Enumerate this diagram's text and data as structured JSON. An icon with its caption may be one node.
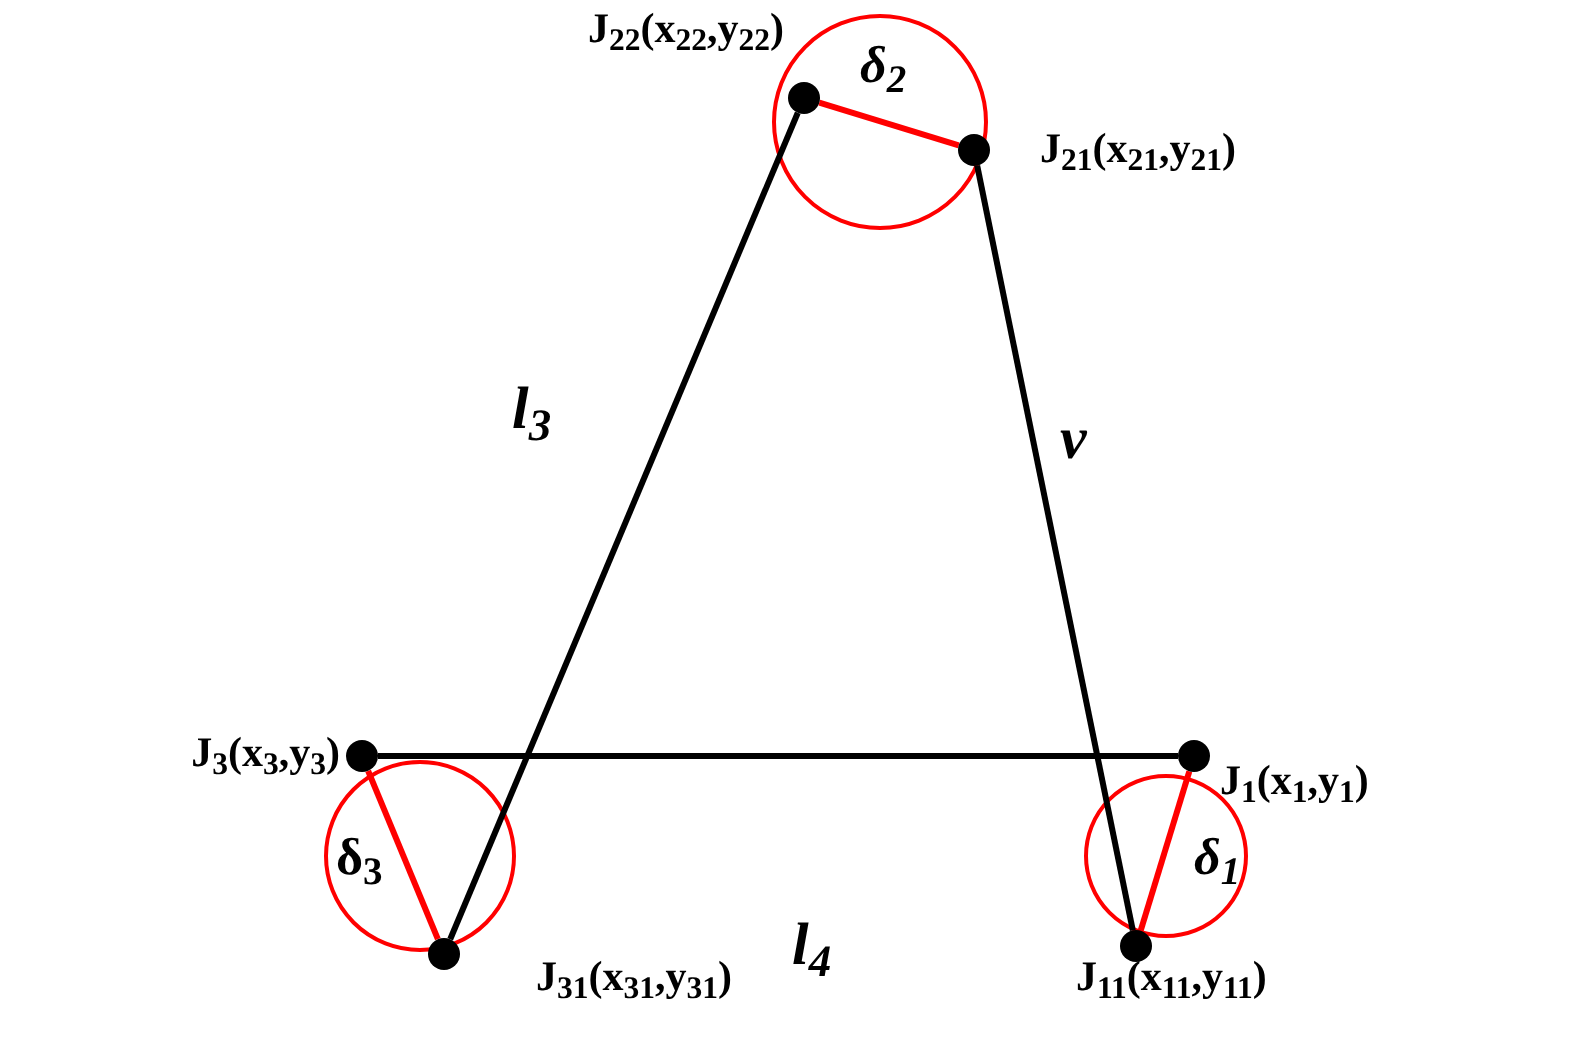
{
  "diagram": {
    "nodes": [
      {
        "text": [],
        "shape": "circle",
        "beside": [
          "J$_{22}$(x$_{22}$,y$_{22}$)"
        ]
      },
      {
        "text": [],
        "shape": "circle",
        "beside": [
          "J$_{21}$(x$_{21}$,y$_{21}$)"
        ]
      },
      {
        "text": [],
        "shape": "circle",
        "beside": [
          "J$_{3}$(x$_{3}$,y$_{3}$)"
        ]
      },
      {
        "text": [],
        "shape": "circle",
        "beside": [
          "J$_{31}$(x$_{31}$,y$_{31}$)"
        ]
      },
      {
        "text": [],
        "shape": "circle",
        "beside": [
          "J$_{1}$(x$_{1}$,y$_{1}$)"
        ]
      },
      {
        "text": [],
        "shape": "circle",
        "beside": [
          "J$_{11}$(x$_{11}$,y$_{11}$)"
        ]
      }
    ],
    "edges": [
      {
        "from": 0,
        "to": 1,
        "arrow": "none",
        "color": "#ff0000"
      },
      {
        "from": 2,
        "to": 3,
        "arrow": "none",
        "color": "#ff0000"
      },
      {
        "from": 4,
        "to": 5,
        "arrow": "none",
        "color": "#ff0000"
      },
      {
        "from": 0,
        "to": 3,
        "arrow": "none",
        "label": "l$_{3}$",
        "color": "#000000"
      },
      {
        "from": 1,
        "to": 5,
        "arrow": "none",
        "label": "v",
        "color": "#000000"
      },
      {
        "from": 2,
        "to": 4,
        "arrow": "none",
        "label": "l$_{4}$",
        "color": "#000000"
      }
    ],
    "labels": [
      "δ$_{2}$",
      "δ$_{3}$",
      "δ$_{1}$"
    ]
  }
}
